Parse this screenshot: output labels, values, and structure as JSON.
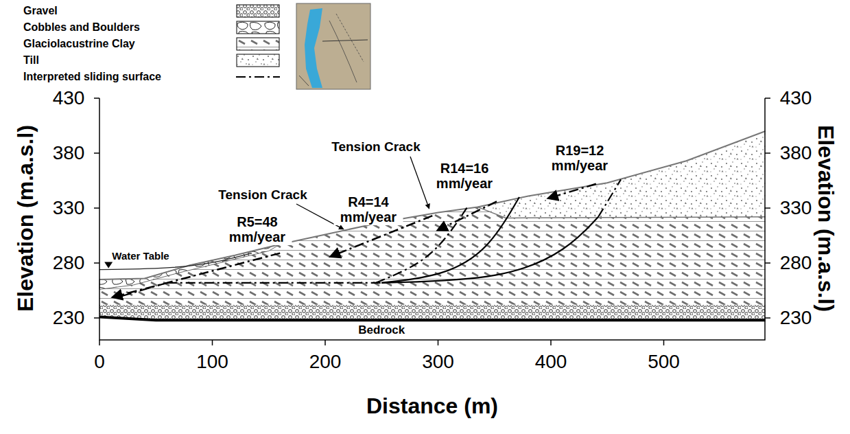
{
  "diagram": {
    "labels": [
      "430",
      "380",
      "330",
      "280",
      "230",
      "430",
      "380",
      "330",
      "280",
      "230",
      "0",
      "100",
      "200",
      "300",
      "400",
      "500",
      "Elevation (m.a.s.l)",
      "Elevation (m.a.s.l)",
      "Distance (m)",
      "Water Table",
      "Tension Crack",
      "Tension Crack",
      "R5=48 mm/year",
      "R4=14 mm/year",
      "R14=16 mm/year",
      "R19=12 mm/year",
      "Bedrock"
    ],
    "legend": [
      {
        "text": "Gravel"
      },
      {
        "text": "Cobbles and Boulders"
      },
      {
        "text": "Glaciolacustrine Clay"
      },
      {
        "text": "Till"
      },
      {
        "text": "Interpreted sliding surface"
      }
    ]
  }
}
